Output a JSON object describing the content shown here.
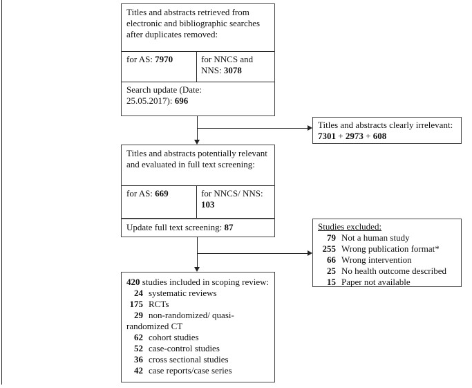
{
  "retrieved": {
    "title": "Titles and abstracts retrieved from electronic and bibliographic searches after duplicates removed:",
    "as_label": "for AS: ",
    "as_value": "7970",
    "nncs_label": "for NNCS and NNS: ",
    "nncs_value": "3078",
    "update_label": "Search update (Date: 25.05.2017): ",
    "update_value": "696"
  },
  "irrelevant": {
    "title": "Titles and abstracts clearly irrelevant:",
    "v1": "7301",
    "v2": "2973",
    "v3": "608",
    "plus": " + "
  },
  "screening": {
    "title": "Titles and abstracts potentially relevant and evaluated in full text screening:",
    "as_label": "for AS: ",
    "as_value": "669",
    "nncs_label": "for NNCS/ NNS: ",
    "nncs_value": "103",
    "update_label": "Update full text screening: ",
    "update_value": "87"
  },
  "excluded": {
    "title": "Studies excluded:",
    "items": [
      {
        "n": "79",
        "label": "Not a human study"
      },
      {
        "n": "255",
        "label": "Wrong publication format*"
      },
      {
        "n": "66",
        "label": "Wrong intervention"
      },
      {
        "n": "25",
        "label": "No health outcome described"
      },
      {
        "n": "15",
        "label": "Paper not available"
      }
    ]
  },
  "included": {
    "value": "420",
    "title": " studies included in scoping review:",
    "items": [
      {
        "n": "24",
        "label": "systematic reviews"
      },
      {
        "n": "175",
        "label": "RCTs"
      },
      {
        "n": "29",
        "label": "non-randomized/ quasi-randomized CT"
      },
      {
        "n": "62",
        "label": "cohort studies"
      },
      {
        "n": "52",
        "label": "case-control studies"
      },
      {
        "n": "36",
        "label": "cross sectional studies"
      },
      {
        "n": "42",
        "label": "case reports/case series"
      }
    ]
  }
}
